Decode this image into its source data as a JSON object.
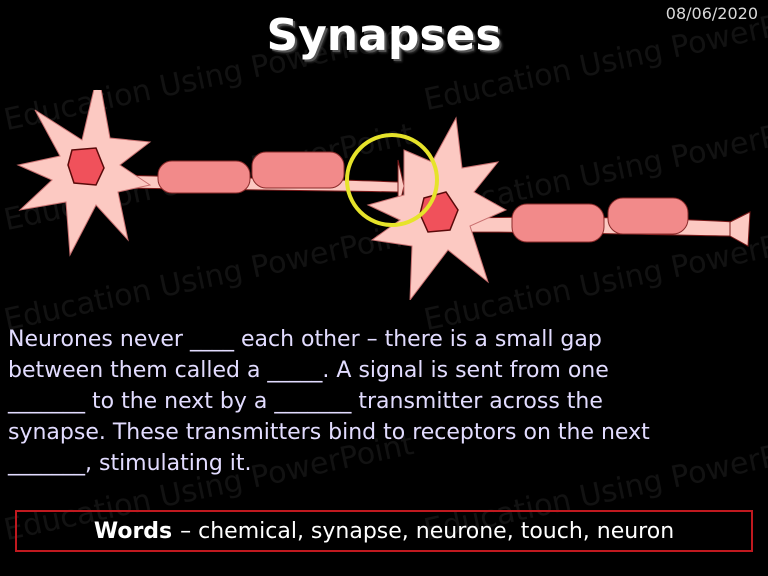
{
  "slide": {
    "date": "08/06/2020",
    "title": "Synapses",
    "watermark": "Education Using PowerPoint",
    "paragraph_lines": [
      "Neurones never ____ each other – there is a small gap",
      "between them called a _____.  A signal is sent from one",
      "_______ to the next by a _______ transmitter across the",
      "synapse.  These transmitters bind to receptors on the next",
      "_______, stimulating it."
    ],
    "words_label": "Words",
    "words_list": "– chemical, synapse, neurone, touch, neuron"
  },
  "colors": {
    "background": "#000000",
    "neuron_fill": "#fcc9c2",
    "nucleus": "#f0515b",
    "myelin": "#f28a8a",
    "highlight_circle": "#e6e32a",
    "word_box_border": "#c0191f",
    "paragraph_text": "#e2dcff"
  }
}
